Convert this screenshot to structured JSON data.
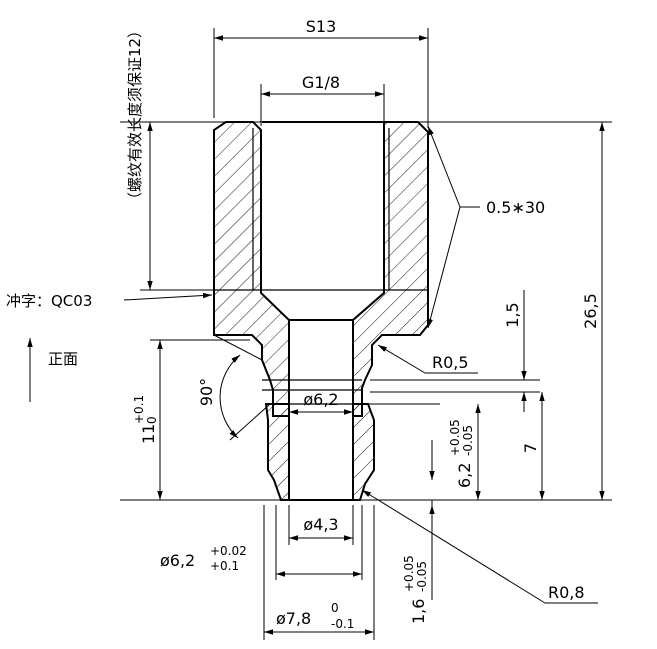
{
  "dims": {
    "s13": "S13",
    "g18": "G1/8",
    "chamfer": "0.5∗30",
    "len_total": "26,5",
    "len_1_5": "1,5",
    "len_7": "7",
    "r05": "R0,5",
    "r08": "R0,8",
    "d62_bore": "ø6,2",
    "d43": "ø4,3",
    "d62_tol_base": "ø6,2",
    "d62_tol_sup": "+0.02",
    "d62_tol_sub": "+0.1",
    "d78_base": "ø7,8",
    "d78_sup": "0",
    "d78_sub": "-0.1",
    "d62v_base": "6,2",
    "d62v_sup": "+0.05",
    "d62v_sub": "-0.05",
    "d16v_base": "1,6",
    "d16v_sup": "+0.05",
    "d16v_sub": "-0.05",
    "l11_base": "11",
    "l11_sup": "+0.1",
    "l11_sub": "0",
    "angle": "90°"
  },
  "notes": {
    "thread_note": "（螺纹有效长度须保证12）",
    "stamp_label": "冲字：QC03",
    "front_label": "正面"
  }
}
